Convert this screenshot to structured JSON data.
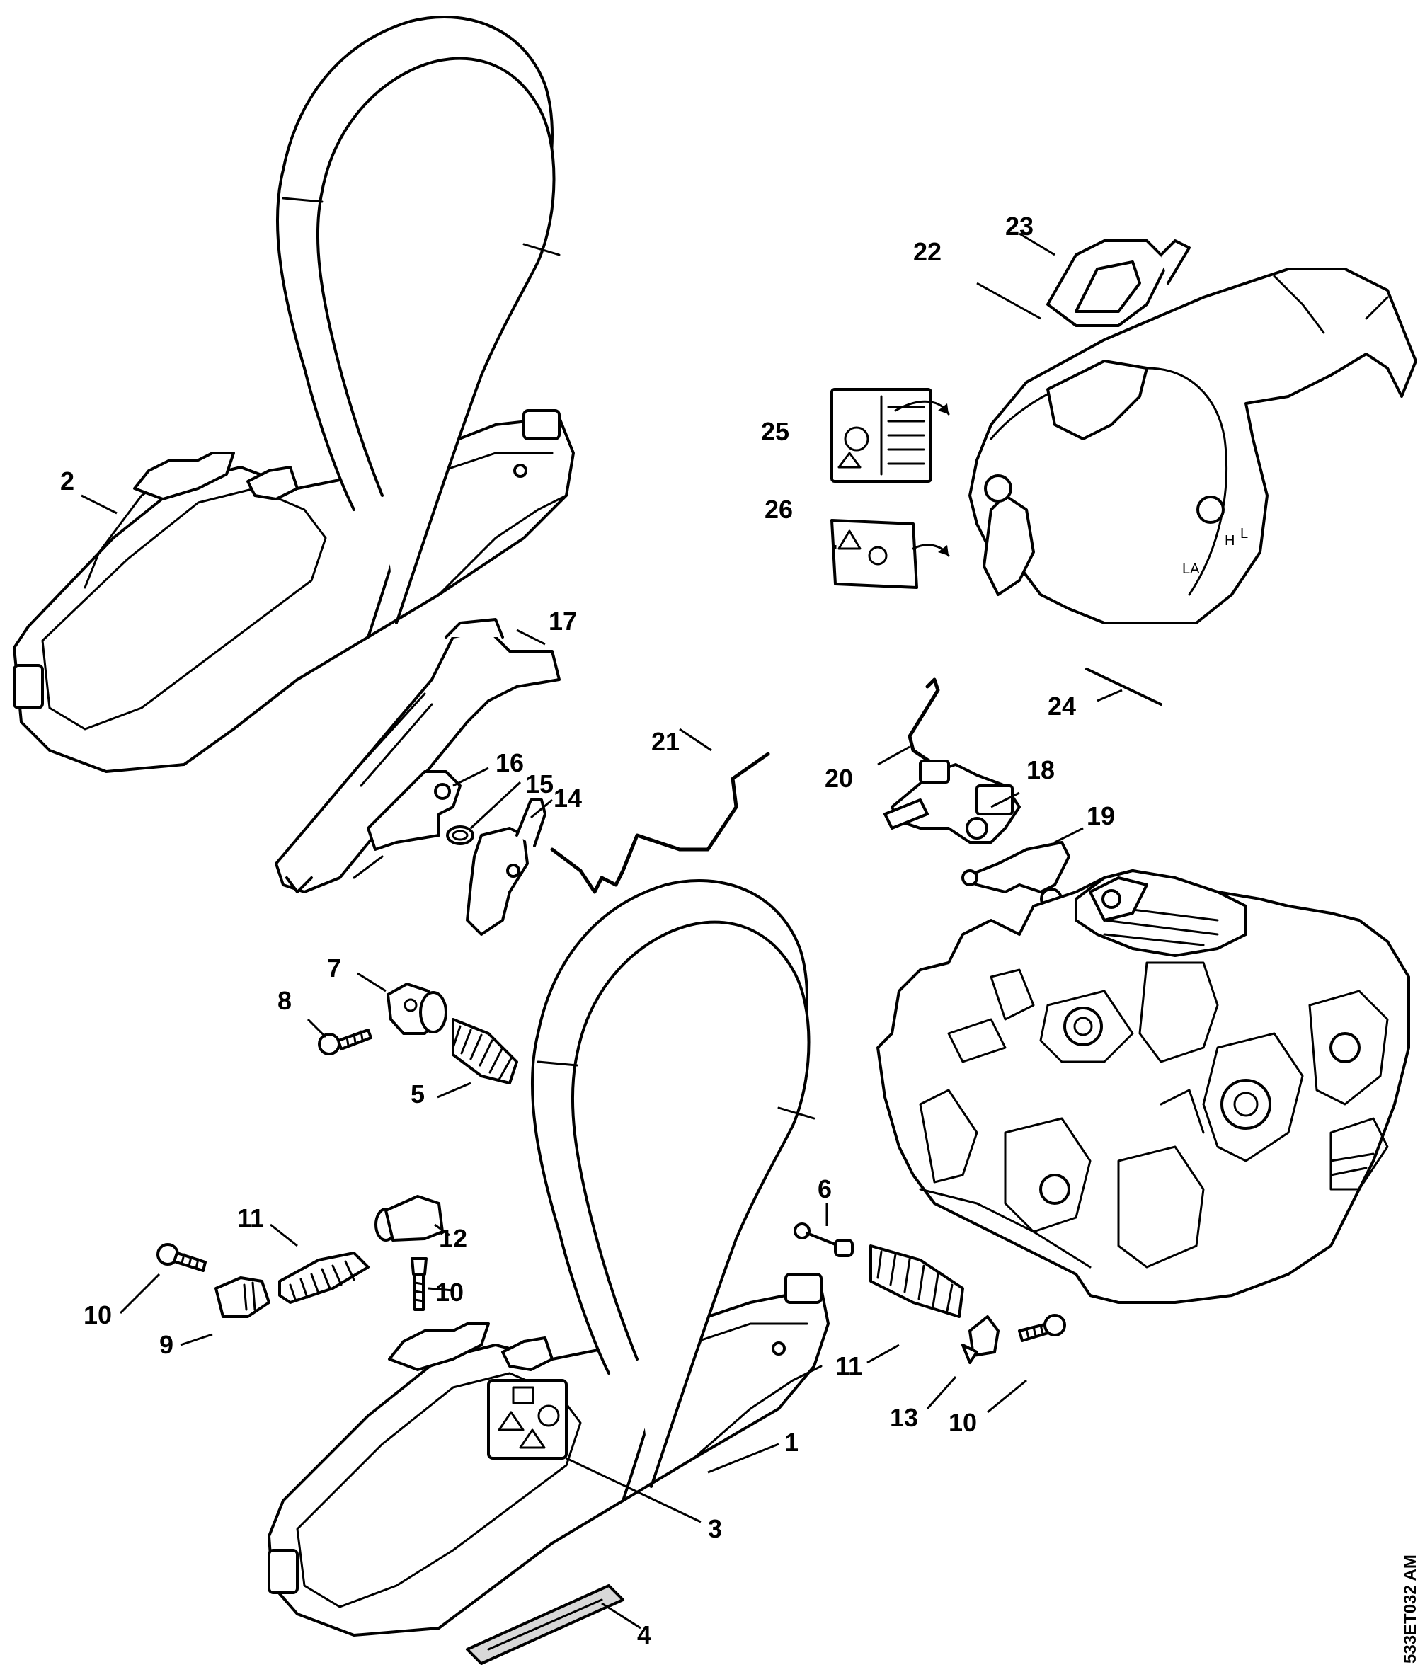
{
  "callouts": {
    "c1": "1",
    "c2": "2",
    "c3": "3",
    "c4": "4",
    "c5": "5",
    "c6": "6",
    "c7": "7",
    "c8": "8",
    "c9": "9",
    "c10a": "10",
    "c10b": "10",
    "c10c": "10",
    "c11a": "11",
    "c11b": "11",
    "c12": "12",
    "c13": "13",
    "c14": "14",
    "c15": "15",
    "c16": "16",
    "c17": "17",
    "c18": "18",
    "c19": "19",
    "c20": "20",
    "c21": "21",
    "c22": "22",
    "c23": "23",
    "c24": "24",
    "c25": "25",
    "c26": "26"
  },
  "cover_marks": {
    "h": "H",
    "l": "L",
    "la": "LA"
  },
  "document_id": "533ET032 AM"
}
